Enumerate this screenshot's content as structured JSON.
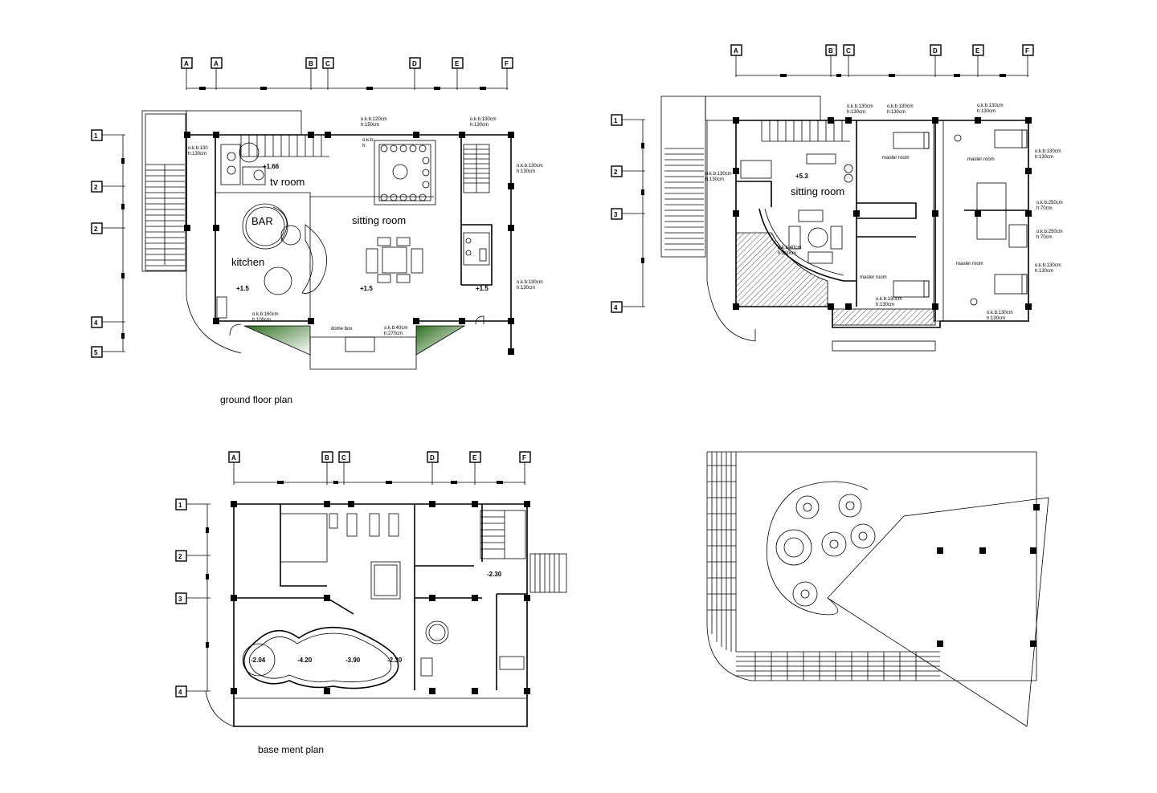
{
  "captions": {
    "ground": "ground floor plan",
    "basement": "base ment plan"
  },
  "ground_floor": {
    "grid_cols": [
      "A",
      "A",
      "B",
      "C",
      "D",
      "E",
      "F"
    ],
    "grid_rows": [
      "1",
      "2",
      "2",
      "4",
      "5"
    ],
    "rooms": {
      "tv": "tv room",
      "bar": "BAR",
      "sitting": "sitting room",
      "kitchen": "kitchen"
    },
    "levels": [
      "+1.66",
      "+1.5",
      "+1.5",
      "+1.5"
    ],
    "notes": {
      "okb120": "o.k.b:120cm",
      "h150": "h:150cm",
      "okb_a": "o.k.b:",
      "h_a": "h:",
      "okb130_top": "o.k.b:130cm",
      "h130_top": "h:130cm",
      "okb130_left": "o.k.b:130",
      "h130_left": "h:130cm",
      "okb130_right": "o.k.b:130cm",
      "h130_right": "h:130cm",
      "okb130_right2": "o.k.b:130cm",
      "h130_right2": "h:130cm",
      "okb160": "o.k.b:160cm",
      "h100": "h:100cm",
      "okb40": "o.k.b:40cm",
      "h270": "h:270cm",
      "dome": "dome box"
    }
  },
  "first_floor": {
    "grid_cols": [
      "A",
      "B",
      "C",
      "D",
      "E",
      "F"
    ],
    "grid_rows": [
      "1",
      "2",
      "3",
      "4"
    ],
    "rooms": {
      "sitting": "sitting room",
      "master1": "master room",
      "master2": "master room",
      "master3": "master room",
      "master4": "master room"
    },
    "levels": [
      "+5.3"
    ],
    "notes": {
      "n1": "o.k.b:130cm",
      "n1h": "h:130cm",
      "n2": "o.k.b:130cm",
      "n2h": "h:130cm",
      "n3": "o.k.b:130cm",
      "n3h": "h:130cm",
      "n4": "o.k.b:130cm",
      "n4h": "h:130cm",
      "n5": "o.k.b:130cm",
      "n5h": "h:130cm",
      "n6": "o.k.b:40cm",
      "n6h": "h:200cm",
      "n7": "o.k.b:130cm",
      "n7h": "h:130cm",
      "n8": "o.k.b:130cm",
      "n8h": "h:130cm",
      "n9": "o.k.b:250cm",
      "n9h": "h:70cm",
      "n10": "o.k.b:250cm",
      "n10h": "h:70cm",
      "n11": "o.k.b:130cm",
      "n11h": "h:130cm"
    }
  },
  "basement": {
    "grid_cols": [
      "A",
      "B",
      "C",
      "D",
      "E",
      "F"
    ],
    "grid_rows": [
      "1",
      "2",
      "3",
      "4"
    ],
    "levels": [
      "-2.30",
      "-2.04",
      "-4.20",
      "-3.90",
      "-2.30"
    ]
  }
}
